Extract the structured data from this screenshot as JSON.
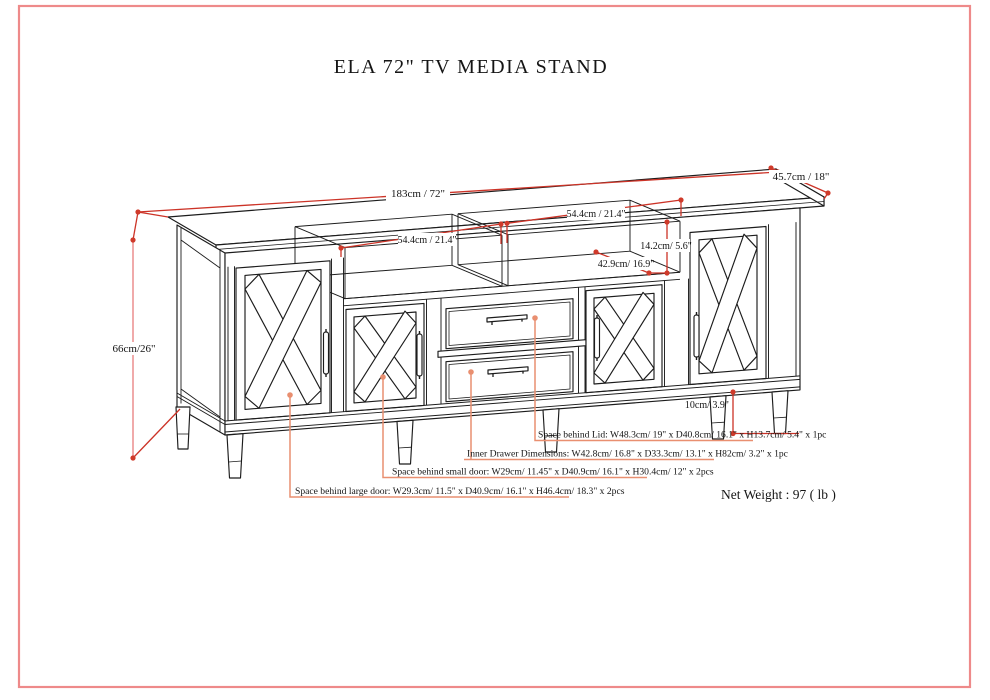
{
  "title": "ELA 72\" TV MEDIA STAND",
  "net_weight": "Net Weight : 97 ( lb )",
  "dimensions": {
    "overall_width": "183cm / 72\"",
    "overall_depth": "45.7cm / 18\"",
    "overall_height": "66cm/26\"",
    "left_opening_width": "54.4cm / 21.4\"",
    "right_opening_width": "54.4cm / 21.4\"",
    "opening_height": "14.2cm/ 5.6\"",
    "opening_depth": "42.9cm/ 16.9\"",
    "leg_height": "10cm/ 3.9\""
  },
  "callouts": {
    "lid": "Space behind Lid: W48.3cm/ 19\" x D40.8cm/ 16.1\" x H13.7cm/ 5.4\" x 1pc",
    "inner_drawer": "Inner Drawer Dimensions: W42.8cm/ 16.8\" x D33.3cm/ 13.1\" x H82cm/ 3.2\" x 1pc",
    "small_door": "Space behind small door: W29cm/ 11.45\" x D40.9cm/ 16.1\" x H30.4cm/ 12\" x 2pcs",
    "large_door": "Space behind large door: W29.3cm/ 11.5\" x D40.9cm/ 16.1\" x H46.4cm/ 18.3\" x 2pcs"
  },
  "colors": {
    "line_black": "#1c1c1c",
    "dimension_red": "#cc3327",
    "dimension_pink": "#efa0a0",
    "leader_salmon": "#e98f70",
    "border_pink": "#ee8a8a"
  }
}
